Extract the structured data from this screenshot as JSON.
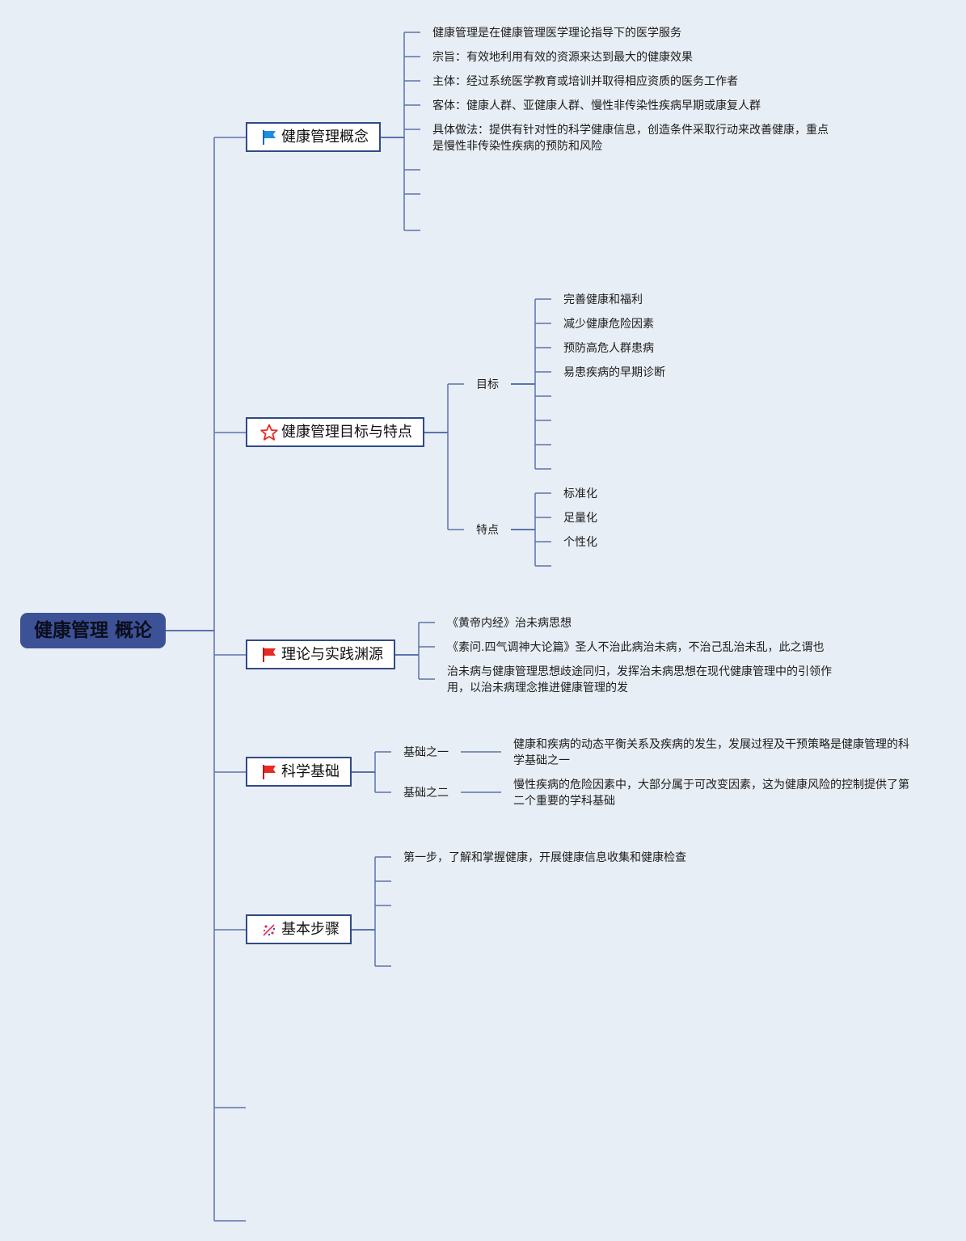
{
  "colors": {
    "background": "#e8eef5",
    "root_fill": "#3d5296",
    "branch_border": "#2f4a86",
    "connector": "#5a73ad",
    "flag_blue": "#1e8fe0",
    "flag_red": "#e52b23",
    "star_red": "#e52b23"
  },
  "root": {
    "label": "健康管理 概论"
  },
  "branches": [
    {
      "label": "健康管理概念",
      "icon": "flag-blue-icon",
      "children": [
        "健康管理是在健康管理医学理论指导下的医学服务",
        "宗旨：有效地利用有效的资源来达到最大的健康效果",
        "主体：经过系统医学教育或培训并取得相应资质的医务工作者",
        "客体：健康人群、亚健康人群、慢性非传染性疾病早期或康复人群",
        "具体做法：提供有针对性的科学健康信息，创造条件采取行动来改善健康，重点是慢性非传染性疾病的预防和风险"
      ]
    },
    {
      "label": "健康管理目标与特点",
      "icon": "star-outline-icon",
      "groups": [
        {
          "label": "目标",
          "items": [
            "完善健康和福利",
            "减少健康危险因素",
            "预防高危人群患病",
            "易患疾病的早期诊断"
          ]
        },
        {
          "label": "特点",
          "items": [
            "标准化",
            "足量化",
            "个性化"
          ]
        }
      ]
    },
    {
      "label": "理论与实践渊源",
      "icon": "flag-red-icon",
      "children": [
        "《黄帝内经》治未病思想",
        "《素问.四气调神大论篇》圣人不治此病治未病，不治己乱治未乱，此之谓也",
        "治未病与健康管理思想歧途同归，发挥治未病思想在现代健康管理中的引领作用，以治未病理念推进健康管理的发"
      ]
    },
    {
      "label": "科学基础",
      "icon": "flag-red-icon",
      "pairs": [
        {
          "label": "基础之一",
          "text": "健康和疾病的动态平衡关系及疾病的发生，发展过程及干预策略是健康管理的科学基础之一"
        },
        {
          "label": "基础之二",
          "text": "慢性疾病的危险因素中，大部分属于可改变因素，这为健康风险的控制提供了第二个重要的学科基础"
        }
      ]
    },
    {
      "label": "基本步骤",
      "icon": "sparkle-icon",
      "children": [
        "第一步，了解和掌握健康，开展健康信息收集和健康检查"
      ]
    }
  ]
}
